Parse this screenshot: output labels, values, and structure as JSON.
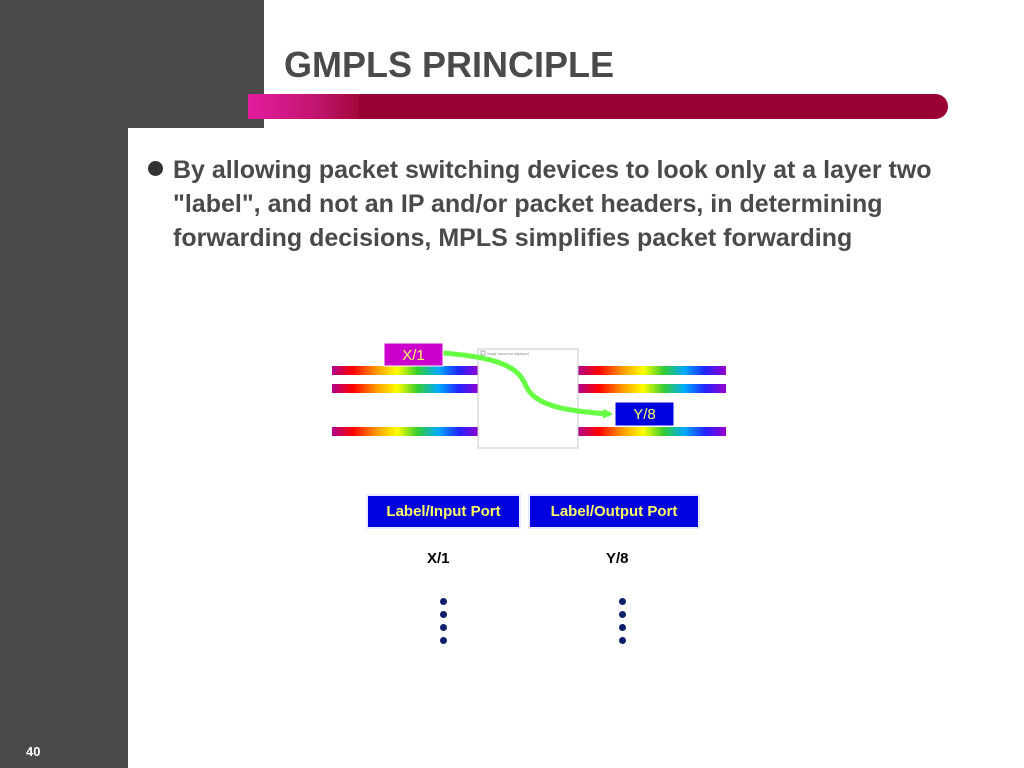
{
  "slide": {
    "title": "GMPLS PRINCIPLE",
    "bullet": "By allowing packet switching devices to look only at a layer two \"label\", and not an IP and/or packet headers, in determining forwarding decisions, MPLS  simplifies packet forwarding",
    "page_number": "40"
  },
  "diagram": {
    "input_label": "X/1",
    "output_label": "Y/8",
    "switch_caption": "Image cannot be displayed",
    "table": {
      "headers": [
        "Label/Input Port",
        "Label/Output Port"
      ],
      "row": [
        "X/1",
        "Y/8"
      ]
    }
  },
  "colors": {
    "sidebar": "#4a4a4a",
    "accent_bar": "#990033",
    "label_in_bg": "#cc00cc",
    "label_out_bg": "#0000e0",
    "label_text": "#ffff66",
    "arrow": "#66ff44"
  }
}
